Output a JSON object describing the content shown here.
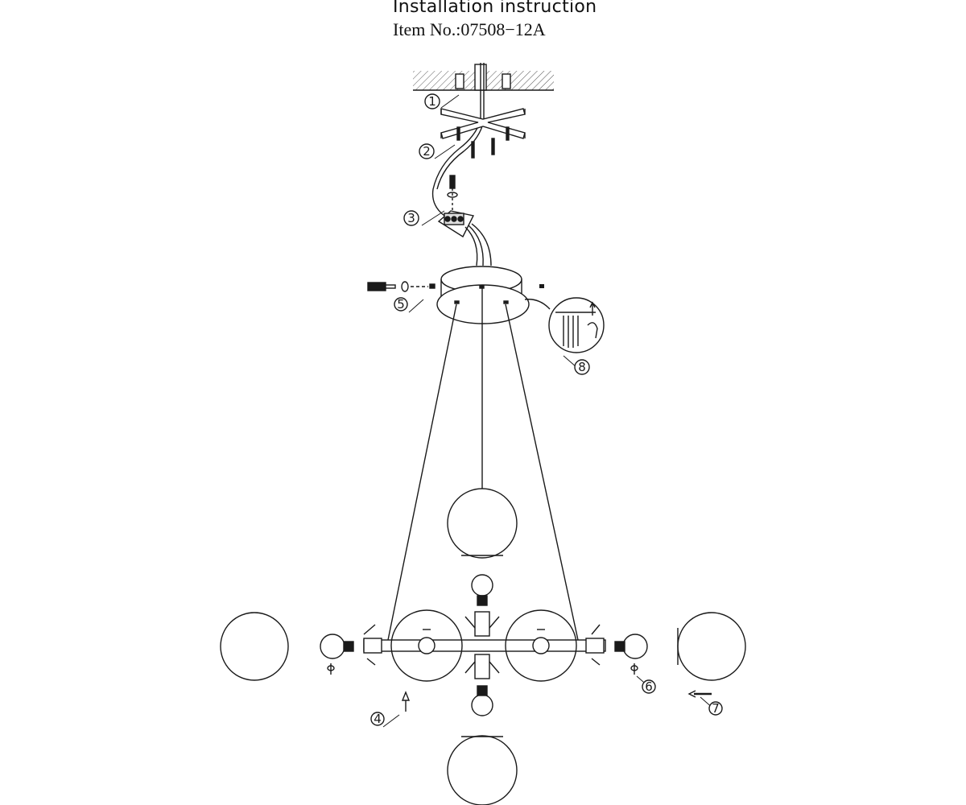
{
  "header": {
    "title": "Installation instruction",
    "item_number": "Item No.:07508−12A"
  },
  "callouts": [
    {
      "id": "1",
      "label": "1"
    },
    {
      "id": "2",
      "label": "2"
    },
    {
      "id": "3",
      "label": "3"
    },
    {
      "id": "4",
      "label": "4"
    },
    {
      "id": "5",
      "label": "5"
    },
    {
      "id": "6",
      "label": "6"
    },
    {
      "id": "7",
      "label": "7"
    },
    {
      "id": "8",
      "label": "8"
    }
  ],
  "colors": {
    "line": "#1a1a1a",
    "hatch": "#555555",
    "background": "#ffffff"
  }
}
